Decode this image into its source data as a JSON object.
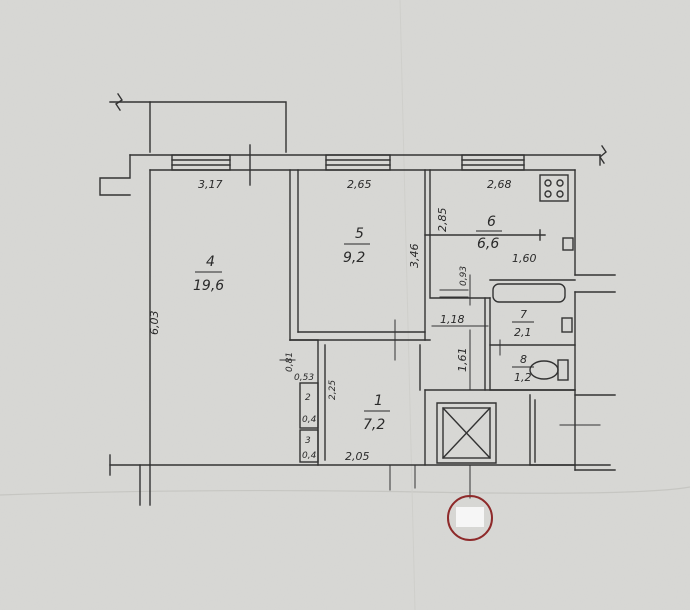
{
  "rooms": [
    {
      "num": "4",
      "area": "19,6"
    },
    {
      "num": "5",
      "area": "9,2"
    },
    {
      "num": "6",
      "area": "6,6"
    },
    {
      "num": "7",
      "area": "2,1"
    },
    {
      "num": "8",
      "area": "1,2"
    },
    {
      "num": "1",
      "area": "7,2"
    },
    {
      "num": "2",
      "area": "0,4"
    },
    {
      "num": "3",
      "area": "0,4"
    }
  ],
  "dimensions": {
    "d317": "3,17",
    "d265": "2,65",
    "d268": "2,68",
    "d603": "6,03",
    "d346": "3,46",
    "d285": "2,85",
    "d160": "1,60",
    "d093": "0,93",
    "d118": "1,18",
    "d161": "1,61",
    "d081": "0,81",
    "d053": "0,53",
    "d225": "2,25",
    "d205": "2,05"
  }
}
